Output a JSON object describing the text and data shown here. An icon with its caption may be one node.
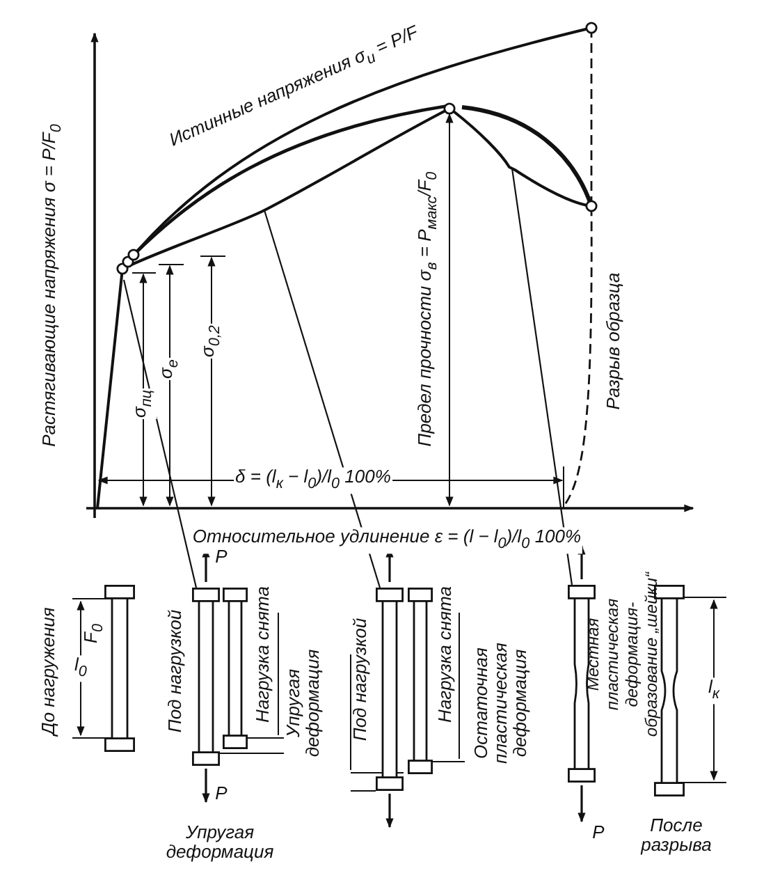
{
  "diagram": {
    "nodes": [
      {
        "text": [],
        "shape": "picture",
        "beside": [
          "До нагружения",
          "F$_{0}$"
        ]
      },
      {
        "text": [],
        "shape": "picture",
        "beside": [
          "Под нагрузкой"
        ]
      },
      {
        "text": [],
        "shape": "picture",
        "beside": [
          "Нагрузка снята"
        ]
      },
      {
        "text": [],
        "shape": "picture",
        "beside": [
          "Под нагрузкой"
        ]
      },
      {
        "text": [],
        "shape": "picture",
        "beside": [
          "Нагрузка снята"
        ]
      },
      {
        "text": [],
        "shape": "picture",
        "beside": [
          "Местная пластическая деформация-образование „шейки“"
        ]
      },
      {
        "text": [],
        "shape": "picture",
        "beside": [
          "После разрыва"
        ]
      }
    ],
    "edges": [
      {
        "from": null,
        "to": 1,
        "arrow": "none"
      },
      {
        "from": null,
        "to": 3,
        "arrow": "none"
      },
      {
        "from": null,
        "to": 5,
        "arrow": "none"
      }
    ],
    "labels": [
      "Истинные напряжения σ$_{и}$ = P/F",
      "Растягивающие напряжения σ = P/F$_{0}$",
      "Предел прочности σ$_{в}$ = P$_{макс}$/F$_{0}$",
      "Разрыв образца",
      "σ$_{пц}$",
      "σ$_{е}$",
      "σ$_{0,2}$",
      "δ = (l$_{к}$ − l$_{0}$)/l$_{0}$ 100%",
      "Относительное удлинение ε = (l − l$_{0}$)/l$_{0}$ 100%",
      "l$_{0}$",
      "P",
      "P",
      "Упругая деформация",
      "Упругая деформация",
      "Остаточная пластическая деформация",
      "P",
      "l$_{к}$"
    ]
  }
}
